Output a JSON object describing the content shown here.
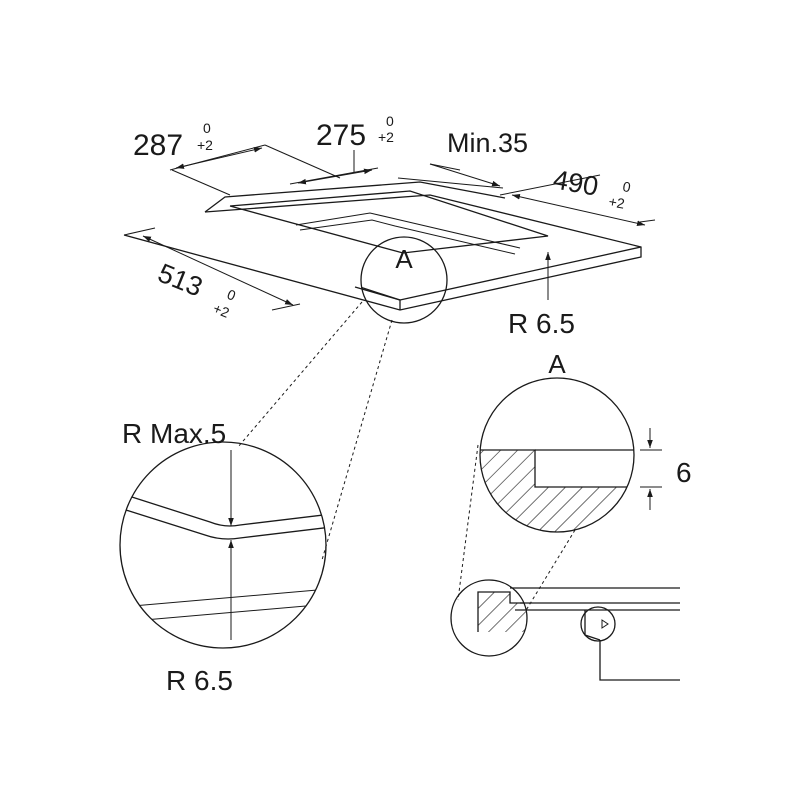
{
  "dimensions": {
    "width_left": {
      "value": "287",
      "tol_upper": "0",
      "tol_lower": "+2"
    },
    "width_center": {
      "value": "275",
      "tol_upper": "0",
      "tol_lower": "+2"
    },
    "min_gap": "Min.35",
    "depth_right": {
      "value": "490",
      "tol_upper": "0",
      "tol_lower": "+2"
    },
    "length_front": {
      "value": "513",
      "tol_upper": "0",
      "tol_lower": "+2"
    }
  },
  "labels": {
    "top_radius": "R 6.5",
    "detail_marker": "A",
    "detail_title": "A",
    "left_radius_max": "R Max.5",
    "left_radius": "R 6.5",
    "step_height": "6"
  },
  "colors": {
    "line": "#1a1a1a",
    "background": "#ffffff"
  }
}
